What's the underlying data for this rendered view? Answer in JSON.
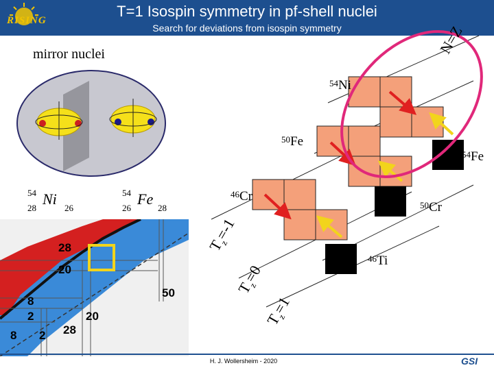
{
  "header": {
    "title": "T=1 Isospin symmetry in pf-shell nuclei",
    "subtitle": "Search for deviations from isospin symmetry",
    "logo_text": "RISING"
  },
  "section_title": "mirror nuclei",
  "mirror_pair": {
    "left": {
      "symbol": "Ni",
      "mass": "54",
      "Z": "28",
      "N": "26"
    },
    "right": {
      "symbol": "Fe",
      "mass": "54",
      "Z": "26",
      "N": "28"
    }
  },
  "diagram": {
    "line_label": "N=Z",
    "nuclei": [
      {
        "mass": "54",
        "symbol": "Ni"
      },
      {
        "mass": "50",
        "symbol": "Fe"
      },
      {
        "mass": "54",
        "symbol": "Fe"
      },
      {
        "mass": "46",
        "symbol": "Cr"
      },
      {
        "mass": "50",
        "symbol": "Cr"
      },
      {
        "mass": "46",
        "symbol": "Ti"
      }
    ],
    "tz_labels": [
      {
        "T": "T",
        "sub": "z",
        "val": "=-1"
      },
      {
        "T": "T",
        "sub": "z",
        "val": "=0"
      },
      {
        "T": "T",
        "sub": "z",
        "val": "=1"
      }
    ],
    "chart_numbers": [
      "28",
      "20",
      "8",
      "2",
      "28",
      "20",
      "2",
      "8",
      "50"
    ]
  },
  "footer": "H. J. Wollersheim - 2020",
  "gsi_logo": "GSI",
  "colors": {
    "header": "#1d4f8f",
    "cell_fill": "#f4a07a",
    "black_cell": "#000000",
    "arrow_red": "#e02020",
    "arrow_yellow": "#f2d41c",
    "ellipse_pink": "#e0287a"
  }
}
